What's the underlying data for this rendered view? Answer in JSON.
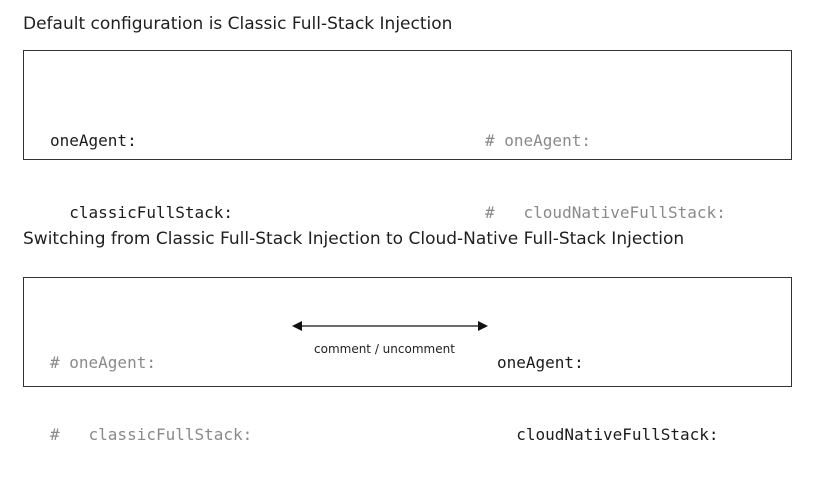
{
  "section1": {
    "heading": "Default configuration is Classic Full-Stack Injection",
    "left_code": {
      "line1": "oneAgent:",
      "line2": "  classicFullStack:"
    },
    "right_code": {
      "line1": "# oneAgent:",
      "line2": "#   cloudNativeFullStack:"
    }
  },
  "section2": {
    "heading": "Switching from Classic Full-Stack Injection to Cloud-Native Full-Stack Injection",
    "left_code": {
      "line1": "# oneAgent:",
      "line2": "#   classicFullStack:"
    },
    "right_code": {
      "line1": "oneAgent:",
      "line2": "  cloudNativeFullStack:"
    },
    "arrow_label": "comment / uncomment"
  },
  "colors": {
    "active_text": "#1c1c1c",
    "commented_text": "#8a8a8a",
    "border": "#333333"
  }
}
